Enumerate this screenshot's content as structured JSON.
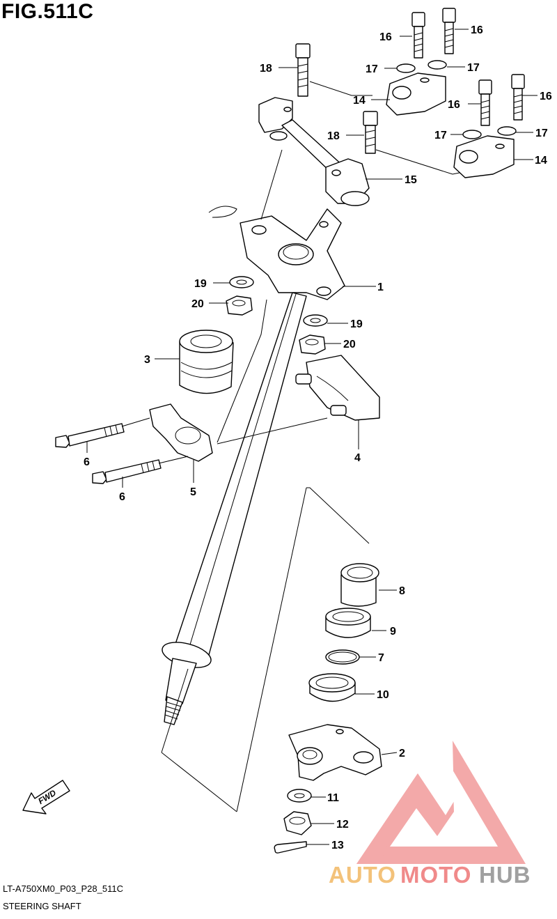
{
  "figure": {
    "title": "FIG.511C",
    "code": "LT-A750XM0_P03_P28_511C",
    "name": "STEERING SHAFT"
  },
  "fwd_label": "FWD",
  "watermark": {
    "brand_auto": "AUTO",
    "brand_moto": "MOTO",
    "brand_hub": "HUB",
    "colors": {
      "auto": "#f3c27a",
      "moto": "#f08a8a",
      "hub": "#a0a0a0",
      "logo": "#f19b9b"
    }
  },
  "callouts": [
    {
      "label": "1"
    },
    {
      "label": "2"
    },
    {
      "label": "3"
    },
    {
      "label": "4"
    },
    {
      "label": "5"
    },
    {
      "label": "6"
    },
    {
      "label": "6"
    },
    {
      "label": "7"
    },
    {
      "label": "8"
    },
    {
      "label": "9"
    },
    {
      "label": "10"
    },
    {
      "label": "11"
    },
    {
      "label": "12"
    },
    {
      "label": "13"
    },
    {
      "label": "14"
    },
    {
      "label": "14"
    },
    {
      "label": "15"
    },
    {
      "label": "16"
    },
    {
      "label": "16"
    },
    {
      "label": "16"
    },
    {
      "label": "16"
    },
    {
      "label": "17"
    },
    {
      "label": "17"
    },
    {
      "label": "17"
    },
    {
      "label": "17"
    },
    {
      "label": "18"
    },
    {
      "label": "18"
    },
    {
      "label": "19"
    },
    {
      "label": "19"
    },
    {
      "label": "20"
    },
    {
      "label": "20"
    }
  ]
}
